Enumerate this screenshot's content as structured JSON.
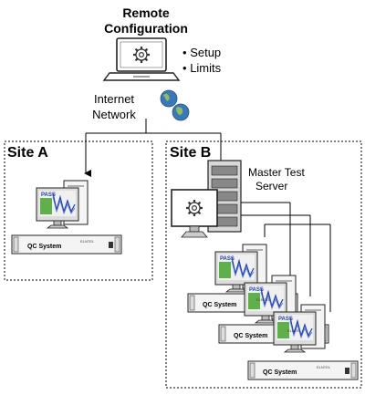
{
  "remote": {
    "title_line1": "Remote",
    "title_line2": "Configuration",
    "bullets": [
      "Setup",
      "Limits"
    ]
  },
  "network": {
    "line1": "Internet",
    "line2": "Network"
  },
  "site_a": {
    "label": "Site A"
  },
  "site_b": {
    "label": "Site B"
  },
  "master_server": {
    "line1": "Master Test",
    "line2": "Server"
  },
  "qc_system_label": "QC System",
  "brand_label": "ELNTEL",
  "screen_pass_label": "PASS",
  "icons": {
    "laptop": "laptop-gear-icon",
    "globe": "globe-icon",
    "server": "server-tower-icon",
    "monitor": "monitor-gear-icon",
    "workstation": "workstation-icon"
  },
  "colors": {
    "pass_green": "#5fb04a",
    "chart_blue": "#1f3fb0",
    "globe_blue": "#3a78b8",
    "globe_green": "#8fbf5a"
  }
}
